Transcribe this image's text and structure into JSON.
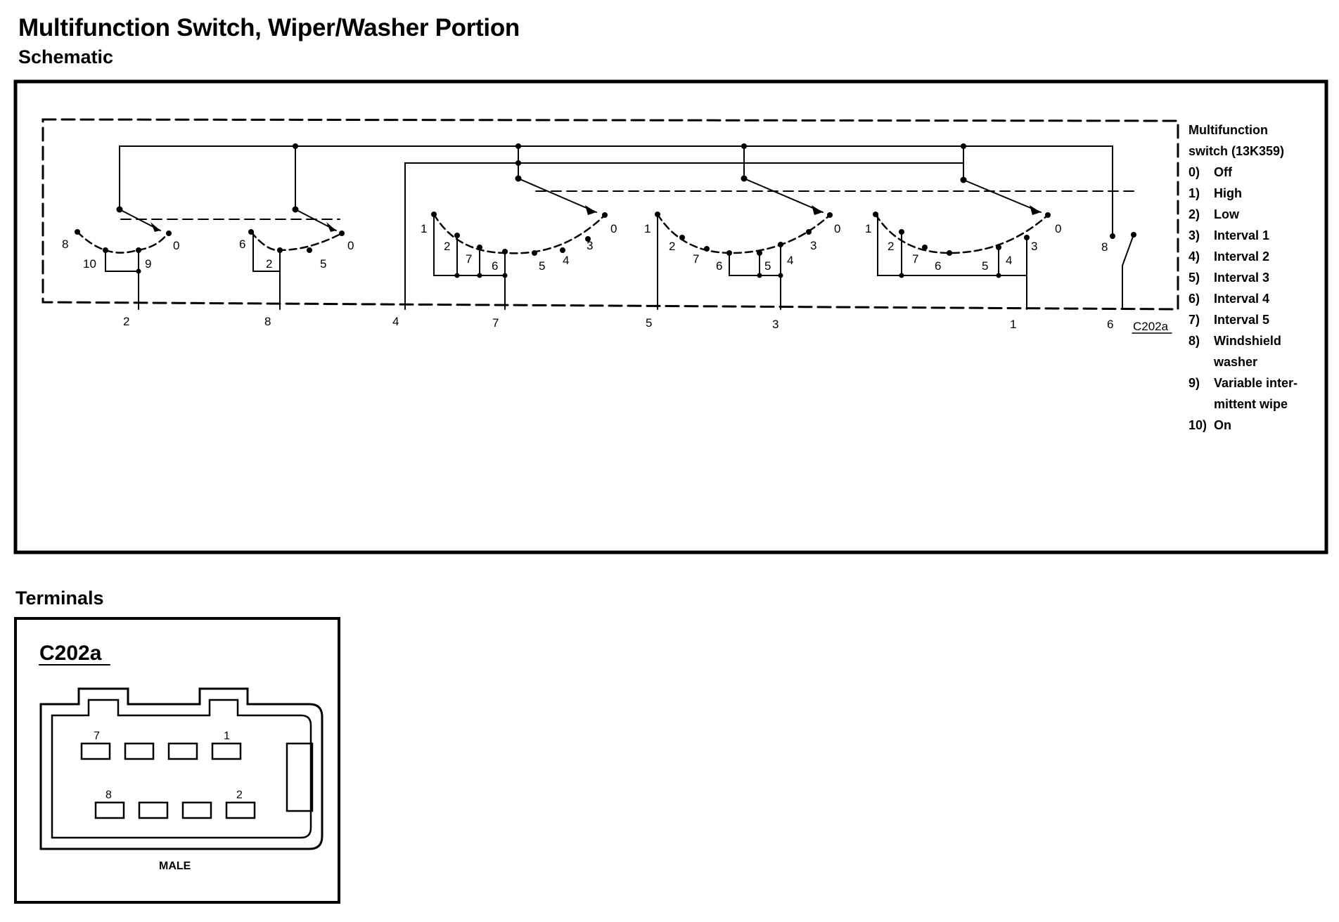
{
  "title": "Multifunction Switch, Wiper/Washer Portion",
  "subtitle": "Schematic",
  "terminals_heading": "Terminals",
  "schematic": {
    "connector_id": "C202a",
    "pin_labels": [
      "2",
      "8",
      "4",
      "7",
      "5",
      "3",
      "1",
      "6"
    ],
    "section1": {
      "positions": [
        "8",
        "10",
        "9",
        "0"
      ]
    },
    "section2": {
      "positions": [
        "6",
        "2",
        "5",
        "0"
      ]
    },
    "section3": {
      "positions": [
        "1",
        "2",
        "7",
        "6",
        "5",
        "4",
        "3",
        "0"
      ]
    },
    "section4": {
      "positions": [
        "1",
        "2",
        "7",
        "6",
        "5",
        "4",
        "3",
        "0"
      ]
    },
    "section5": {
      "positions": [
        "1",
        "2",
        "7",
        "6",
        "5",
        "4",
        "3",
        "0"
      ]
    },
    "washer_position": "8"
  },
  "legend": {
    "title_lines": [
      "Multifunction",
      "switch (13K359)"
    ],
    "items": [
      {
        "num": "0)",
        "lines": [
          "Off"
        ]
      },
      {
        "num": "1)",
        "lines": [
          "High"
        ]
      },
      {
        "num": "2)",
        "lines": [
          "Low"
        ]
      },
      {
        "num": "3)",
        "lines": [
          "Interval 1"
        ]
      },
      {
        "num": "4)",
        "lines": [
          "Interval 2"
        ]
      },
      {
        "num": "5)",
        "lines": [
          "Interval 3"
        ]
      },
      {
        "num": "6)",
        "lines": [
          "Interval 4"
        ]
      },
      {
        "num": "7)",
        "lines": [
          "Interval 5"
        ]
      },
      {
        "num": "8)",
        "lines": [
          "Windshield",
          "washer"
        ]
      },
      {
        "num": "9)",
        "lines": [
          "Variable inter-",
          "mittent wipe"
        ]
      },
      {
        "num": "10)",
        "lines": [
          "On"
        ]
      }
    ]
  },
  "terminals": {
    "connector_title": "C202a",
    "top_row_labels": [
      "7",
      "1"
    ],
    "bottom_row_labels": [
      "8",
      "2"
    ],
    "gender": "MALE"
  }
}
